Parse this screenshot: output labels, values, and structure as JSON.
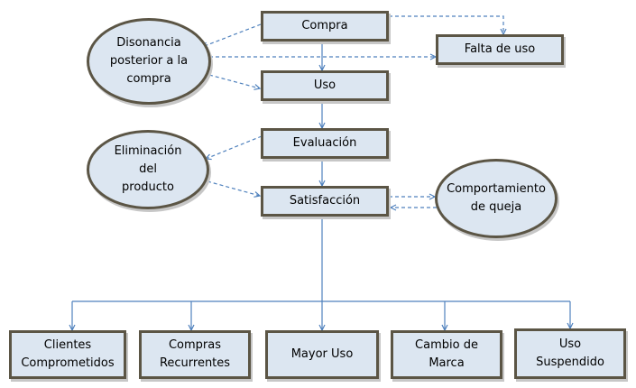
{
  "diagram": {
    "nodes": {
      "compra": "Compra",
      "uso": "Uso",
      "evaluacion": "Evaluación",
      "satisfaccion": "Satisfacción",
      "falta_uso": "Falta de uso",
      "disonancia": [
        "Disonancia",
        "posterior a la",
        "compra"
      ],
      "eliminacion": [
        "Eliminación",
        "del",
        "producto"
      ],
      "queja": [
        "Comportamiento",
        "de queja"
      ]
    },
    "outcomes": [
      [
        "Clientes",
        "Comprometidos"
      ],
      [
        "Compras",
        "Recurrentes"
      ],
      [
        "Mayor Uso"
      ],
      [
        "Cambio de",
        "Marca"
      ],
      [
        "Uso",
        "Suspendido"
      ]
    ]
  },
  "colors": {
    "box_fill": "#dce6f1",
    "box_border": "#5b5545",
    "connector": "#4f81bd"
  }
}
